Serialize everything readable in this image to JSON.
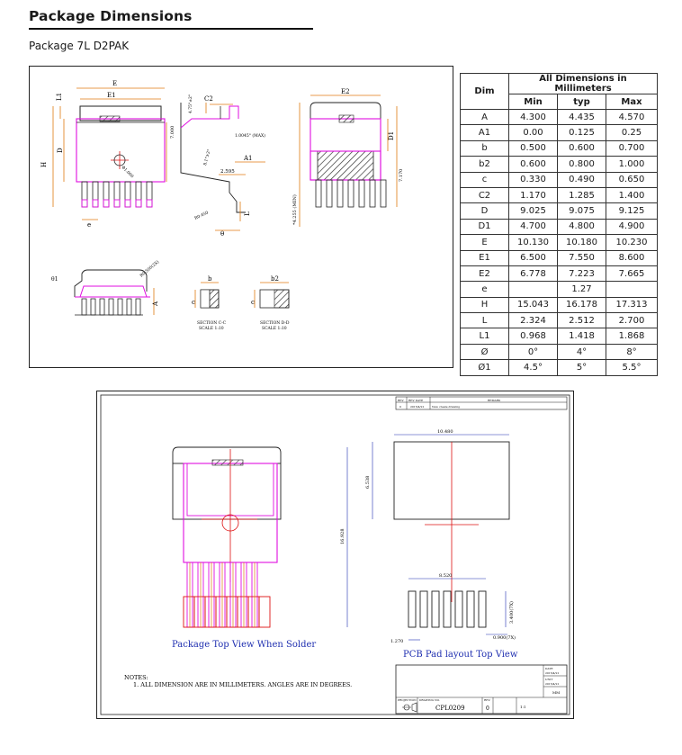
{
  "heading": {
    "title": "Package Dimensions",
    "subtitle": "Package 7L D2PAK"
  },
  "table": {
    "col_dim": "Dim",
    "group_header": "All Dimensions in Millimeters",
    "col_min": "Min",
    "col_typ": "typ",
    "col_max": "Max",
    "rows": [
      {
        "dim": "A",
        "min": "4.300",
        "typ": "4.435",
        "max": "4.570"
      },
      {
        "dim": "A1",
        "min": "0.00",
        "typ": "0.125",
        "max": "0.25"
      },
      {
        "dim": "b",
        "min": "0.500",
        "typ": "0.600",
        "max": "0.700"
      },
      {
        "dim": "b2",
        "min": "0.600",
        "typ": "0.800",
        "max": "1.000"
      },
      {
        "dim": "c",
        "min": "0.330",
        "typ": "0.490",
        "max": "0.650"
      },
      {
        "dim": "C2",
        "min": "1.170",
        "typ": "1.285",
        "max": "1.400"
      },
      {
        "dim": "D",
        "min": "9.025",
        "typ": "9.075",
        "max": "9.125"
      },
      {
        "dim": "D1",
        "min": "4.700",
        "typ": "4.800",
        "max": "4.900"
      },
      {
        "dim": "E",
        "min": "10.130",
        "typ": "10.180",
        "max": "10.230"
      },
      {
        "dim": "E1",
        "min": "6.500",
        "typ": "7.550",
        "max": "8.600"
      },
      {
        "dim": "E2",
        "min": "6.778",
        "typ": "7.223",
        "max": "7.665"
      },
      {
        "dim": "e",
        "min": "",
        "typ": "1.27",
        "max": ""
      },
      {
        "dim": "H",
        "min": "15.043",
        "typ": "16.178",
        "max": "17.313"
      },
      {
        "dim": "L",
        "min": "2.324",
        "typ": "2.512",
        "max": "2.700"
      },
      {
        "dim": "L1",
        "min": "0.968",
        "typ": "1.418",
        "max": "1.868"
      },
      {
        "dim": "Ø",
        "min": "0°",
        "typ": "4°",
        "max": "8°"
      },
      {
        "dim": "Ø1",
        "min": "4.5°",
        "typ": "5°",
        "max": "5.5°"
      }
    ]
  },
  "drawing_top": {
    "lbl_E": "E",
    "lbl_E1": "E1",
    "lbl_L1": "L1",
    "lbl_D": "D",
    "lbl_H": "H",
    "lbl_e": "e",
    "lbl_7000": "7.000",
    "lbl_phi": "Φ1.000",
    "lbl_C2": "C2",
    "lbl_475": "4.75°±2°",
    "lbl_1045": "1.0045° (MAX)",
    "lbl_A1": "A1",
    "lbl_2595": "2.595",
    "lbl_812": "8.1°±2°",
    "lbl_r0450": "R0.450",
    "lbl_L": "L",
    "lbl_theta": "θ",
    "lbl_E2": "E2",
    "lbl_D1": "D1",
    "lbl_7170": "7.170",
    "lbl_4255": "*4.255 (MIN)",
    "lbl_theta1": "θ1",
    "lbl_r0500": "R0.500(2X)",
    "lbl_A": "A",
    "lbl_b": "b",
    "lbl_c1": "c",
    "lbl_secC": "SECTION C-C",
    "lbl_scale1": "SCALE 1:10",
    "lbl_b2": "b2",
    "lbl_c2": "c",
    "lbl_secD": "SECTION D-D",
    "lbl_scale2": "SCALE 1:10"
  },
  "drawing_bottom": {
    "rev_header": [
      "REV",
      "REV DATE",
      "REMARK"
    ],
    "rev_row": [
      "0",
      "2015/4/21",
      "New create drawing"
    ],
    "lbl_10480": "10.480",
    "lbl_6538": "6.538",
    "lbl_16928": "16.928",
    "lbl_8520": "8.520",
    "lbl_3400": "3.400(7X)",
    "lbl_0900": "0.900(7X)",
    "lbl_1270": "1.270",
    "caption_left": "Package Top View When Solder",
    "caption_right": "PCB Pad layout Top View",
    "notes_title": "NOTES:",
    "notes_line": "1. ALL DIMENSION ARE IN MILLIMETERS. ANGLES ARE IN DEGREES.",
    "tb_projection": "PROJECTION",
    "tb_drawing_no_lbl": "DRAWING NO.",
    "tb_drawing_no": "CPL0209",
    "tb_rev_lbl": "REV.",
    "tb_rev": "0",
    "tb_date_lbl": "DATE",
    "tb_date": "2015/4/21",
    "tb_date2": "2015/4/21",
    "tb_unit": "UNIT",
    "tb_mm": "MM",
    "tb_scale": "1:1"
  },
  "colors": {
    "magenta": "#e00ee0",
    "red": "#dd1111",
    "orange": "#e07a10",
    "hatch": "#333333"
  }
}
